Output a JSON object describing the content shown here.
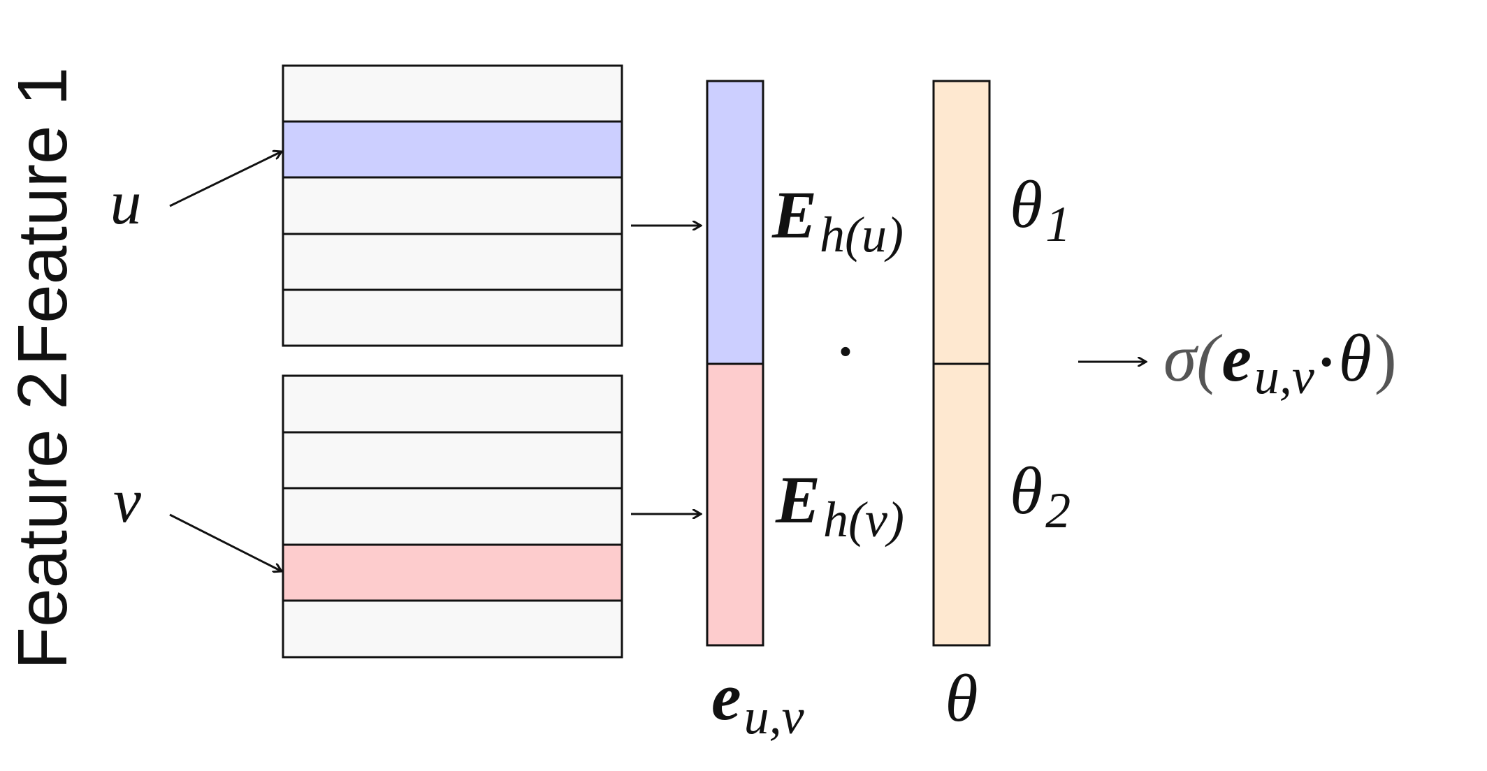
{
  "colors": {
    "background": "#ffffff",
    "stroke": "#111111",
    "empty_row": "#f8f8f8",
    "feature1_highlight": "#cccfff",
    "feature2_highlight": "#fdcccd",
    "theta_fill": "#fee8d0",
    "sigma_text": "#555555"
  },
  "labels": {
    "feature1": "Feature 1",
    "feature2": "Feature 2",
    "u": "u",
    "v": "v",
    "E": "E",
    "E_sub_u": "h(u)",
    "E_sub_v": "h(v)",
    "dot": "·",
    "theta1": "θ",
    "theta1_sub": "1",
    "theta2": "θ",
    "theta2_sub": "2",
    "e": "e",
    "e_sub": "u,v",
    "theta": "θ",
    "output_sigma": "σ(",
    "output_e": "e",
    "output_e_sub": "u,v",
    "output_dot": "·",
    "output_theta": "θ",
    "output_close": ")"
  },
  "embedding_tables": [
    {
      "name": "feature1-table",
      "rows": 5,
      "highlight_row": 1
    },
    {
      "name": "feature2-table",
      "rows": 5,
      "highlight_row": 3
    }
  ]
}
